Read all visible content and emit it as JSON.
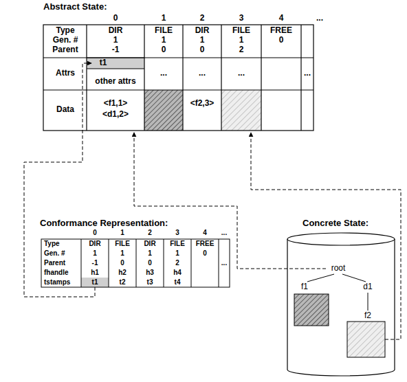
{
  "diagram": {
    "labels": [
      "Abstract State:",
      "0",
      "1",
      "2",
      "3",
      "4",
      "...",
      "Type",
      "Gen. #",
      "Parent",
      "Attrs",
      "Data",
      "DIR",
      "1",
      "-1",
      "t1",
      "other attrs",
      "<f1,1>",
      "<d1,2>",
      "FILE",
      "1",
      "0",
      "...",
      "DIR",
      "1",
      "0",
      "...",
      "<f2,3>",
      "FILE",
      "1",
      "2",
      "...",
      "FREE",
      "0",
      "...",
      "Conformance Representation:",
      "0",
      "1",
      "2",
      "3",
      "4",
      "...",
      "Type",
      "Gen. #",
      "Parent",
      "fhandle",
      "tstamps",
      "DIR",
      "1",
      "-1",
      "h1",
      "t1",
      "FILE",
      "1",
      "0",
      "h2",
      "t2",
      "DIR",
      "1",
      "0",
      "h3",
      "t3",
      "FILE",
      "1",
      "2",
      "h4",
      "t4",
      "FREE",
      "0",
      "...",
      "Concrete State:",
      "root",
      "f1",
      "d1",
      "f2"
    ]
  }
}
